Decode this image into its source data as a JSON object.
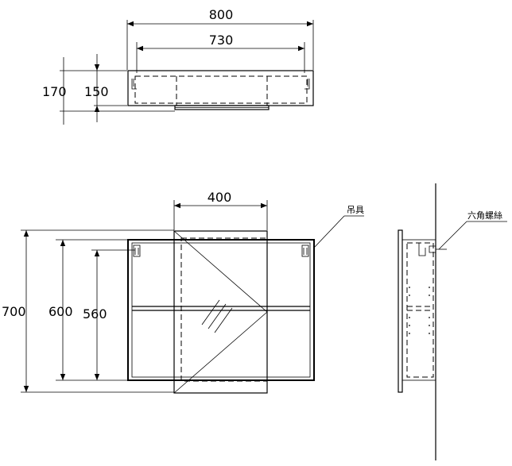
{
  "top_view": {
    "dim_overall_width": "800",
    "dim_inner_width": "730",
    "dim_overall_depth": "170",
    "dim_body_depth": "150"
  },
  "front_view": {
    "dim_door_width": "400",
    "dim_overall_height": "700",
    "dim_body_height": "600",
    "dim_inner_height": "560",
    "label_hanger": "吊具"
  },
  "side_view": {
    "label_hex_screw": "六角螺絲"
  }
}
